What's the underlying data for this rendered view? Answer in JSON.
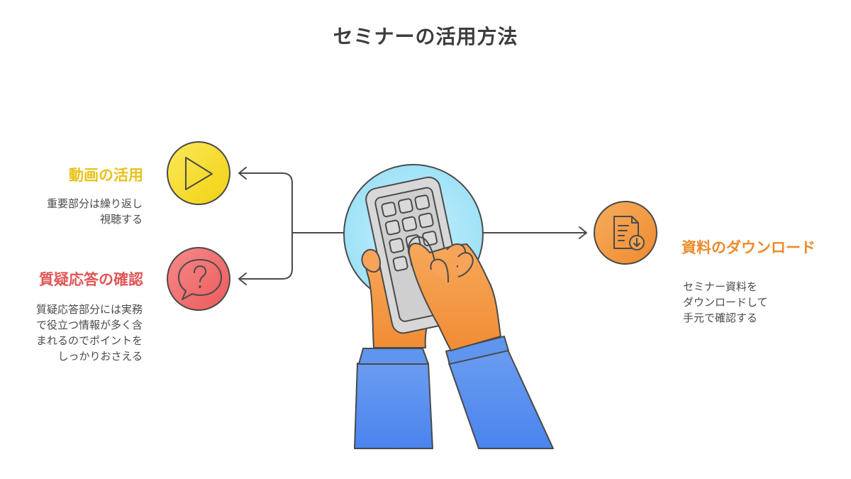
{
  "title": "セミナーの活用方法",
  "left_items": [
    {
      "title": "動画の活用",
      "description": "重要部分は繰り返し\n視聴する",
      "icon": "play-icon",
      "color": "#f7dc2a"
    },
    {
      "title": "質疑応答の確認",
      "description": "質疑応答部分には実務\nで役立つ情報が多く含\nまれるのでポイントを\nしっかりおさえる",
      "icon": "question-speech-icon",
      "color": "#f06a6a"
    }
  ],
  "right_item": {
    "title": "資料のダウンロード",
    "description": "セミナー資料を\nダウンロードして\n手元で確認する",
    "icon": "document-download-icon",
    "color": "#f29a3c"
  },
  "center_icon": "hands-phone-icon"
}
